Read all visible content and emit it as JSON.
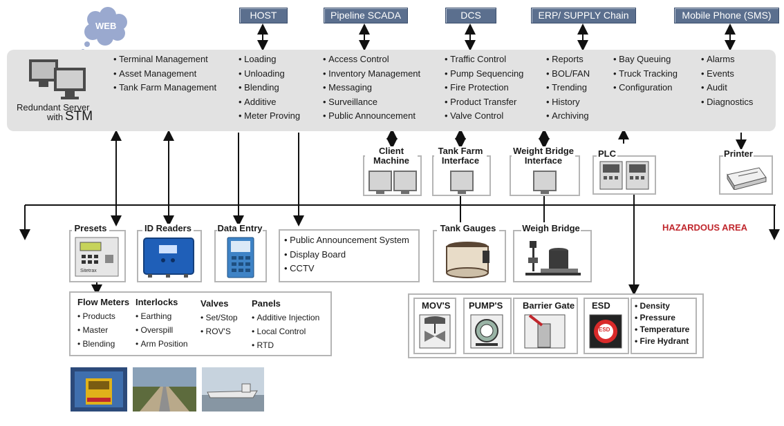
{
  "top_nodes": {
    "web": "WEB",
    "host": "HOST",
    "pipeline": "Pipeline SCADA",
    "dcs": "DCS",
    "erp": "ERP/ SUPPLY Chain",
    "mobile": "Mobile Phone (SMS)"
  },
  "server": {
    "label_line1": "Redundant Server",
    "label_line2_small": "with",
    "label_line2_big": "STM"
  },
  "functions": {
    "col1": [
      "Terminal Management",
      "Asset Management",
      "Tank Farm Management"
    ],
    "col2": [
      "Loading",
      "Unloading",
      "Blending",
      "Additive",
      "Meter Proving"
    ],
    "col3": [
      "Access Control",
      "Inventory Management",
      "Messaging",
      "Surveillance",
      "Public Announcement"
    ],
    "col4": [
      "Traffic Control",
      "Pump Sequencing",
      "Fire Protection",
      "Product Transfer",
      "Valve Control"
    ],
    "col5": [
      "Reports",
      "BOL/FAN",
      "Trending",
      "History",
      "Archiving"
    ],
    "col6": [
      "Bay Queuing",
      "Truck Tracking",
      "Configuration"
    ],
    "col7": [
      "Alarms",
      "Events",
      "Audit",
      "Diagnostics"
    ]
  },
  "interfaces": {
    "client": "Client Machine",
    "tank_farm": "Tank Farm Interface",
    "weight_bridge": "Weight Bridge Interface",
    "plc": "PLC",
    "printer": "Printer"
  },
  "field": {
    "presets": "Presets",
    "id_readers": "ID Readers",
    "data_entry": "Data Entry",
    "pa_items": [
      "Public Announcement System",
      "Display Board",
      "CCTV"
    ],
    "tank_gauges": "Tank Gauges",
    "weigh_bridge": "Weigh Bridge",
    "hazardous": "HAZARDOUS AREA"
  },
  "instruments": {
    "flow_meters": {
      "title": "Flow Meters",
      "items": [
        "Products",
        "Master",
        "Blending"
      ]
    },
    "interlocks": {
      "title": "Interlocks",
      "items": [
        "Earthing",
        "Overspill",
        "Arm Position"
      ]
    },
    "valves": {
      "title": "Valves",
      "items": [
        "Set/Stop",
        "ROV'S"
      ]
    },
    "panels": {
      "title": "Panels",
      "items": [
        "Additive Injection",
        "Local Control",
        "RTD"
      ]
    }
  },
  "devices": {
    "movs": "MOV'S",
    "pumps": "PUMP'S",
    "barrier": "Barrier Gate",
    "esd": "ESD",
    "esd_badge": "ESD",
    "sensors": [
      "Density",
      "Pressure",
      "Temperature",
      "Fire Hydrant"
    ]
  },
  "preset_brand": "Sitetrax",
  "colors": {
    "tag_bg": "#5b6f8e",
    "panel_bg": "#e2e2e2",
    "hazard_text": "#c0272d",
    "cloud": "#9aa9cf"
  }
}
